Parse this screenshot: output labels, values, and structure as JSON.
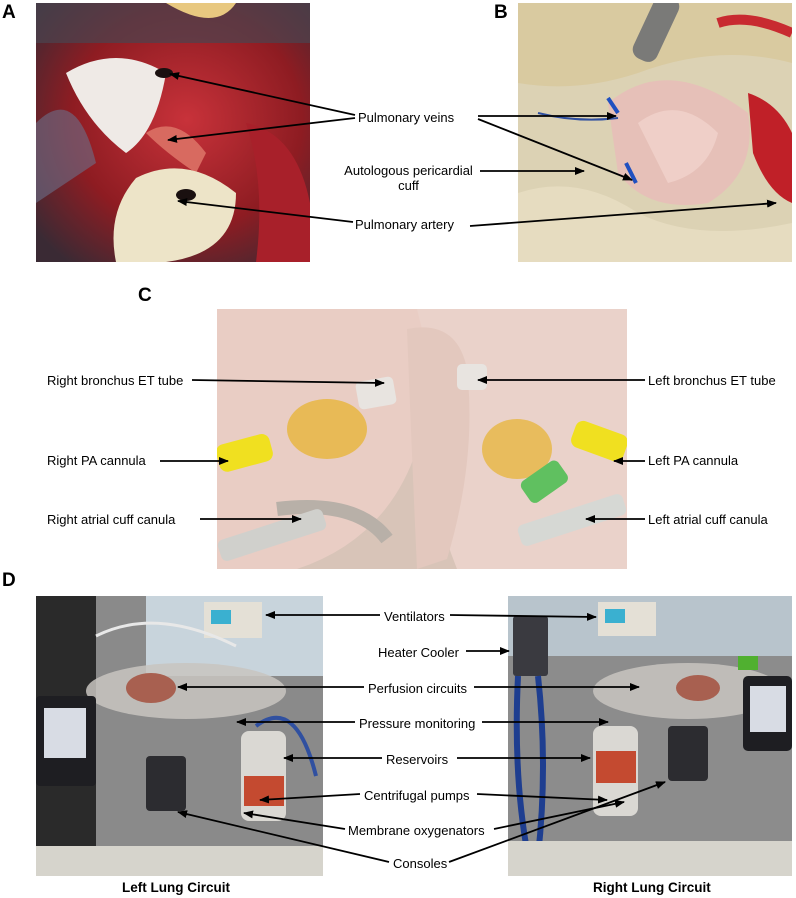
{
  "panels": {
    "a": {
      "letter": "A"
    },
    "b": {
      "letter": "B"
    },
    "c": {
      "letter": "C"
    },
    "d": {
      "letter": "D"
    }
  },
  "ab_labels": {
    "pulmonary_veins": "Pulmonary veins",
    "autologous_cuff_line1": "Autologous pericardial",
    "autologous_cuff_line2": "cuff",
    "pulmonary_artery": "Pulmonary artery"
  },
  "c_labels": {
    "right_bronchus": "Right bronchus ET tube",
    "right_pa": "Right PA cannula",
    "right_atrial": "Right atrial cuff canula",
    "left_bronchus": "Left bronchus ET tube",
    "left_pa": "Left PA cannula",
    "left_atrial": "Left atrial cuff canula"
  },
  "d_labels": {
    "ventilators": "Ventilators",
    "heater_cooler": "Heater Cooler",
    "perfusion_circuits": "Perfusion circuits",
    "pressure_monitoring": "Pressure monitoring",
    "reservoirs": "Reservoirs",
    "centrifugal_pumps": "Centrifugal pumps",
    "membrane_oxygenators": "Membrane oxygenators",
    "consoles": "Consoles"
  },
  "captions": {
    "left": "Left Lung Circuit",
    "right": "Right Lung Circuit"
  },
  "colors": {
    "tissue_red": "#b5202a",
    "tissue_pink": "#e8b8a8",
    "fat_yellow": "#e8b84a",
    "lung_pink": "#e9c9c0",
    "cannula_yellow": "#f0e020",
    "cannula_green": "#60c060",
    "lab_grey": "#8a8a8a"
  }
}
